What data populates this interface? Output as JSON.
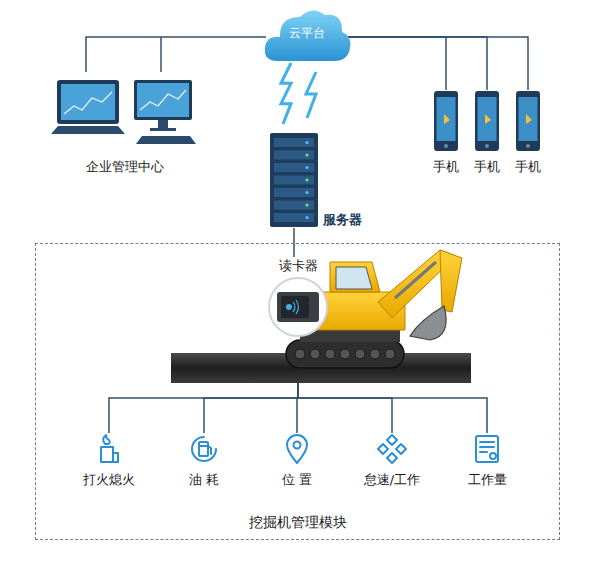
{
  "diagram": {
    "nodes": [
      {
        "text": [
          "云平台"
        ]
      },
      {
        "text": [
          "企业管理中心"
        ]
      },
      {
        "text": [
          "服务器"
        ]
      },
      {
        "text": [
          "手机"
        ]
      },
      {
        "text": [
          "手机"
        ]
      },
      {
        "text": [
          "手机"
        ]
      },
      {
        "text": [
          "挖掘机管理模块"
        ]
      },
      {
        "text": [
          "读卡器"
        ],
        "in": 6
      },
      {
        "text": [
          "打火熄火"
        ],
        "in": 6
      },
      {
        "text": [
          "油 耗"
        ],
        "in": 6
      },
      {
        "text": [
          "位 置"
        ],
        "in": 6
      },
      {
        "text": [
          "怠速/工作"
        ],
        "in": 6
      },
      {
        "text": [
          "工作量"
        ],
        "in": 6
      }
    ],
    "edges": [
      {
        "from": 0,
        "to": 1,
        "arrow": "none"
      },
      {
        "from": 0,
        "to": 2,
        "arrow": "none"
      },
      {
        "from": 0,
        "to": 3,
        "arrow": "none"
      },
      {
        "from": 0,
        "to": 4,
        "arrow": "none"
      },
      {
        "from": 0,
        "to": 5,
        "arrow": "none"
      },
      {
        "from": 2,
        "to": 7,
        "arrow": "none"
      },
      {
        "from": 7,
        "to": 8,
        "arrow": "none"
      },
      {
        "from": 7,
        "to": 9,
        "arrow": "none"
      },
      {
        "from": 7,
        "to": 10,
        "arrow": "none"
      },
      {
        "from": 7,
        "to": 11,
        "arrow": "none"
      },
      {
        "from": 7,
        "to": 12,
        "arrow": "none"
      }
    ]
  }
}
